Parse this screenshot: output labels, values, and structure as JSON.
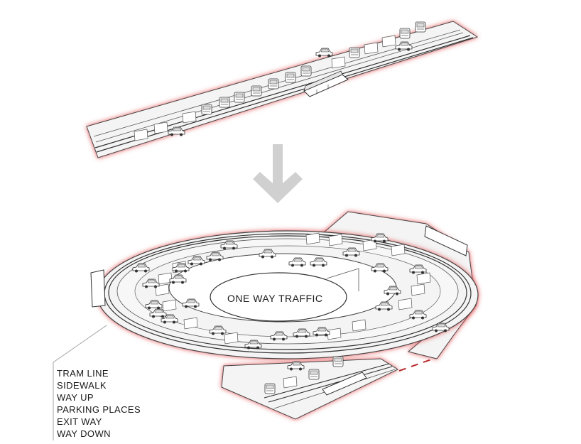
{
  "diagram": {
    "center_label": "ONE WAY TRAFFIC",
    "legend_items": [
      "TRAM LINE",
      "SIDEWALK",
      "WAY UP",
      "PARKING PLACES",
      "EXIT WAY",
      "WAY DOWN"
    ]
  },
  "colors": {
    "highlight_glow": "#e0484a",
    "arrow": "#d0d0d0",
    "surface": "#f4f4f4",
    "line": "#444444"
  },
  "icons": [
    "car-icon",
    "tram-icon",
    "down-arrow-icon"
  ]
}
